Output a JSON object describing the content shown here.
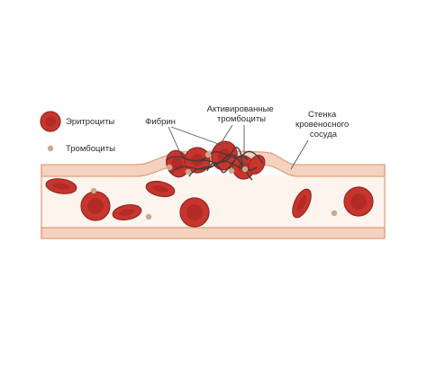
{
  "legend": {
    "erythrocytes": "Эритроциты",
    "platelets": "Тромбоциты"
  },
  "callouts": {
    "fibrin": "Фибрин",
    "activated_platelets": [
      "Активированные",
      "тромбоциты"
    ],
    "vessel_wall": [
      "Стенка",
      "кровеносного",
      "сосуда"
    ]
  },
  "colors": {
    "rbc_fill": "#c8352e",
    "rbc_center": "#b32b26",
    "rbc_stroke": "#8f2a24",
    "platelet": "#c9a98e",
    "vessel_wall": "#f5d2c0",
    "vessel_border": "#e1a27c",
    "vessel_lumen": "#fdf4ee",
    "fibrin": "#4a3a35",
    "leader_line": "#555555"
  }
}
